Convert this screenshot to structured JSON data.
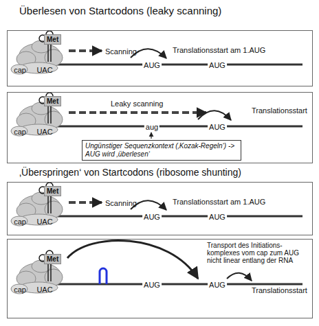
{
  "diagram": {
    "title": "Überlesen von Startcodons (leaky scanning)",
    "nodes": [
      {
        "text": [
          "cap",
          "UAC",
          "Scanning",
          "AUG",
          "AUG",
          "Translationsstart am 1.AUG"
        ]
      },
      {
        "text": [
          "Met"
        ],
        "in": 0
      },
      {
        "text": [
          "cap",
          "UAC",
          "Leaky scanning",
          "aug",
          "AUG",
          "Translationsstart"
        ]
      },
      {
        "text": [
          "Met"
        ],
        "in": 2
      },
      {
        "text": [
          "Ungünstiger Sequenzkontext (‚Kozak-Regeln‘) -> AUG wird ‚überlesen‘"
        ],
        "in": 2
      },
      {
        "text": [
          "cap",
          "UAC",
          "Scanning",
          "AUG",
          "AUG",
          "Translationsstart am 1.AUG"
        ]
      },
      {
        "text": [
          "Met"
        ],
        "in": 5
      },
      {
        "text": [
          "cap",
          "UAC",
          "Transport des Initiations- komplexes vom cap zum AUG nicht linear entlang der RNA",
          "AUG",
          "AUG",
          "Translationsstart"
        ]
      },
      {
        "text": [
          "Met"
        ],
        "in": 7
      }
    ],
    "labels": [
      "‚Überspringen‘ von Startcodons (ribosome shunting)"
    ]
  }
}
